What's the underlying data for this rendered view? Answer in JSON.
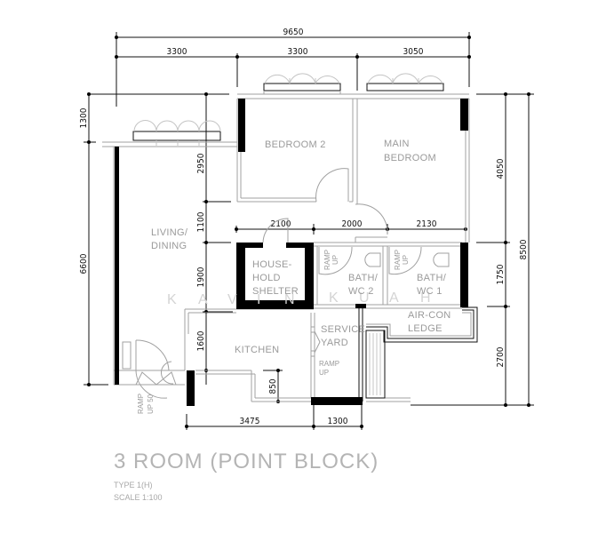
{
  "plan": {
    "title": "3 ROOM (POINT BLOCK)",
    "type": "TYPE 1(H)",
    "scale": "SCALE  1:100"
  },
  "rooms": {
    "bedroom2": "BEDROOM  2",
    "main_bedroom_1": "MAIN",
    "main_bedroom_2": "BEDROOM",
    "living_1": "LIVING/",
    "living_2": "DINING",
    "shelter_1": "HOUSE-",
    "shelter_2": "HOLD",
    "shelter_3": "SHELTER",
    "bath2_1": "BATH/",
    "bath2_2": "WC 2",
    "bath1_1": "BATH/",
    "bath1_2": "WC 1",
    "aircon_1": "AIR-CON",
    "aircon_2": "LEDGE",
    "kitchen": "KITCHEN",
    "service_1": "SERVICE",
    "service_2": "YARD"
  },
  "annotations": {
    "ramp": "RAMP",
    "up": "UP",
    "up50": "UP 50",
    "watermark": [
      "K",
      "A",
      "V",
      "I",
      "N",
      "K",
      "U",
      "A",
      "H"
    ]
  },
  "dimensions": {
    "top_total": "9650",
    "top_1": "3300",
    "top_2": "3300",
    "top_3": "3050",
    "left_1300": "1300",
    "left_6600": "6600",
    "inner_2950": "2950",
    "inner_1100": "1100",
    "inner_1900": "1900",
    "inner_1600": "1600",
    "mid_2100": "2100",
    "mid_2000": "2000",
    "mid_2130": "2130",
    "right_4050": "4050",
    "right_1750": "1750",
    "right_2700": "2700",
    "right_8500": "8500",
    "kitchen_850": "850",
    "bottom_3475": "3475",
    "bottom_1300": "1300"
  }
}
